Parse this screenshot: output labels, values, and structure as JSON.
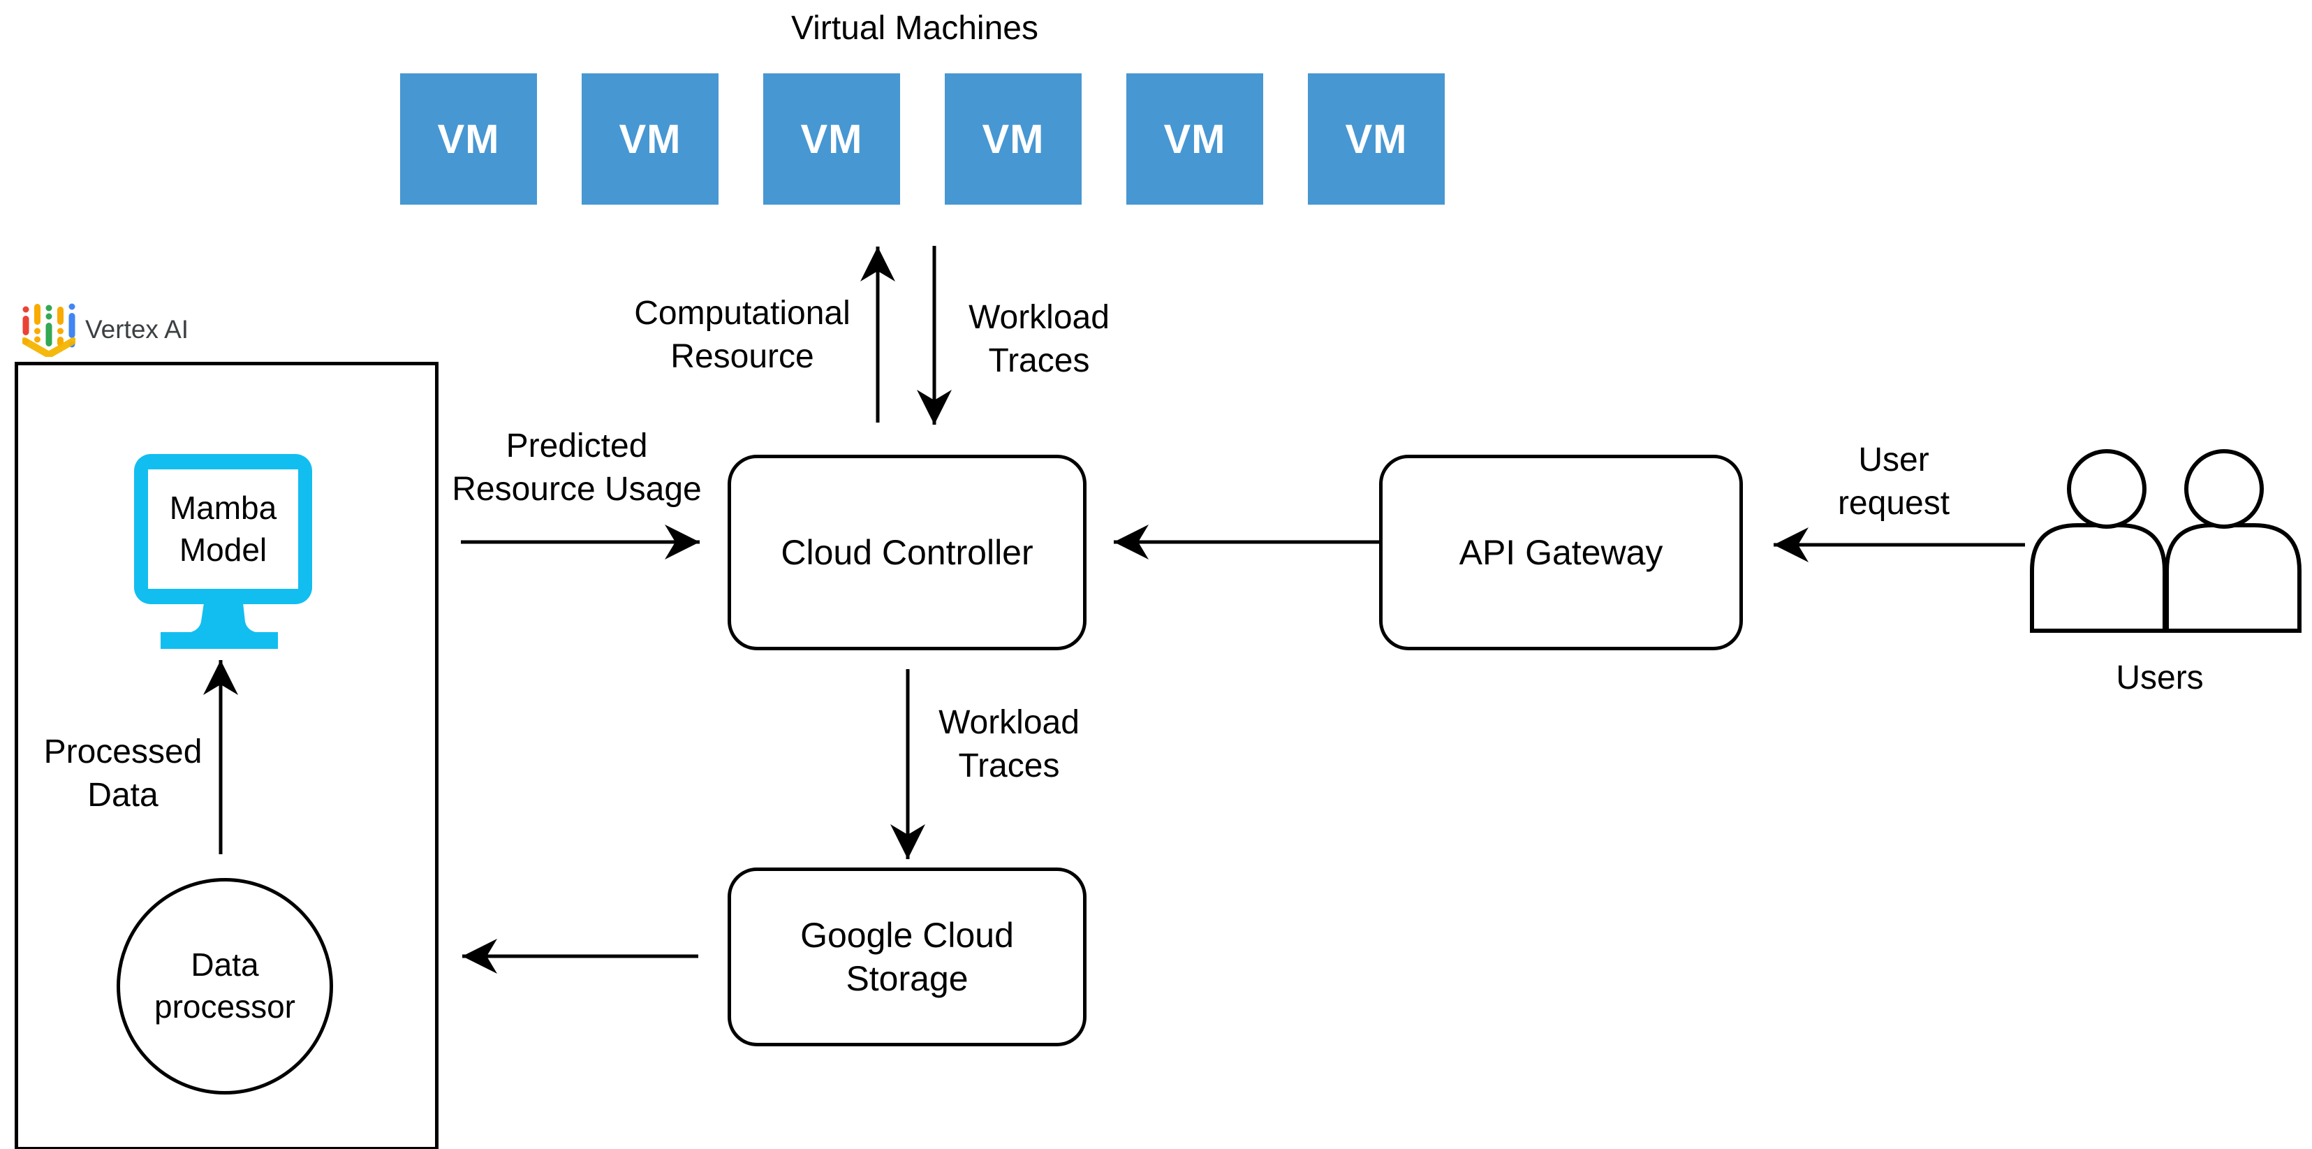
{
  "colors": {
    "vm_blue": "#4797d2",
    "monitor_cyan": "#12bef0",
    "logo_red": "#ea4335",
    "logo_yellow": "#f9ab00",
    "logo_green": "#34a853",
    "logo_blue": "#4285f4",
    "logo_chevron_gold": "#f4b400",
    "line_black": "#000000"
  },
  "diagram": {
    "title": "Virtual Machines",
    "vm_boxes": [
      "VM",
      "VM",
      "VM",
      "VM",
      "VM",
      "VM"
    ],
    "vertex_ai": {
      "label": "Vertex AI",
      "mamba_model": {
        "line1": "Mamba",
        "line2": "Model"
      },
      "data_processor": {
        "line1": "Data",
        "line2": "processor"
      }
    },
    "nodes": {
      "cloud_controller": "Cloud Controller",
      "api_gateway": "API Gateway",
      "google_cloud_storage": {
        "line1": "Google Cloud",
        "line2": "Storage"
      },
      "users": "Users"
    },
    "edge_labels": {
      "computational_resource": {
        "line1": "Computational",
        "line2": "Resource"
      },
      "workload_traces_top": {
        "line1": "Workload",
        "line2": "Traces"
      },
      "workload_traces_bottom": {
        "line1": "Workload",
        "line2": "Traces"
      },
      "predicted_resource_usage": {
        "line1": "Predicted",
        "line2": "Resource Usage"
      },
      "user_request": {
        "line1": "User",
        "line2": "request"
      },
      "processed_data": {
        "line1": "Processed",
        "line2": "Data"
      }
    }
  }
}
